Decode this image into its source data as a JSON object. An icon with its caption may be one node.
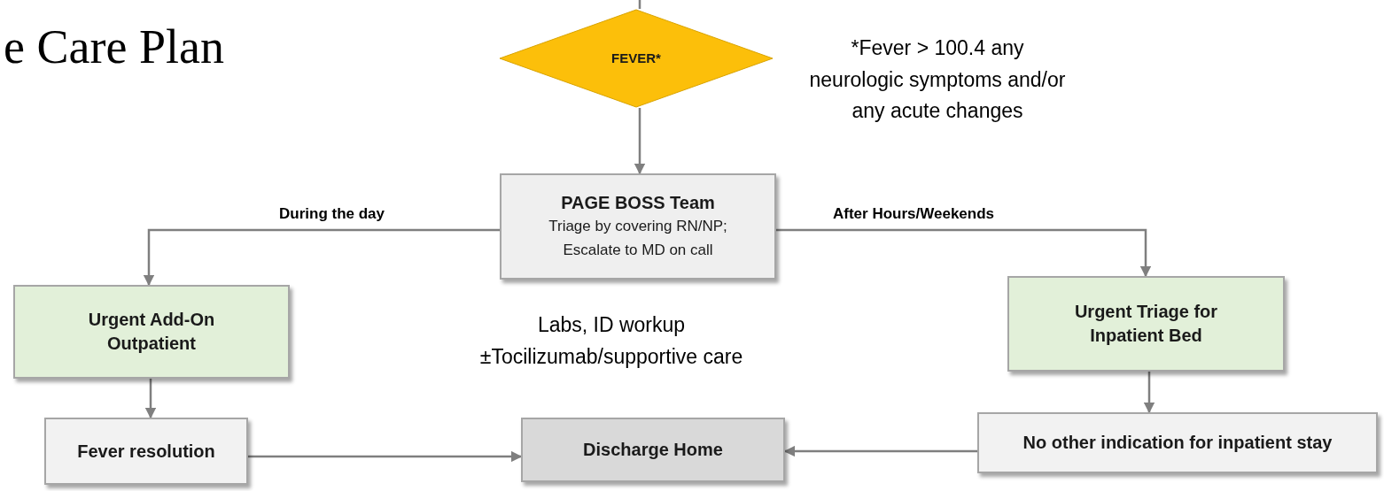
{
  "diagram": {
    "title": "e Care Plan",
    "nodes": [
      {
        "text": [
          "FEVER*"
        ],
        "beside": [
          "*Fever > 100.4 any neurologic symptoms and/or any acute changes"
        ]
      },
      {
        "text": [
          "PAGE BOSS Team",
          "Triage by covering RN/NP; Escalate to MD on call"
        ]
      },
      {
        "text": [
          "Urgent Add-On Outpatient"
        ]
      },
      {
        "text": [
          "Urgent Triage for Inpatient Bed"
        ]
      },
      {
        "text": [
          "Fever resolution"
        ]
      },
      {
        "text": [
          "Discharge Home"
        ]
      },
      {
        "text": [
          "No other indication for inpatient stay"
        ]
      }
    ],
    "edges": [
      {
        "from": null,
        "to": 0,
        "arrow": "none"
      },
      {
        "from": 0,
        "to": 1,
        "arrow": "to"
      },
      {
        "from": 1,
        "to": 2,
        "arrow": "to",
        "label": "During the day"
      },
      {
        "from": 1,
        "to": 3,
        "arrow": "to",
        "label": "After Hours/Weekends"
      },
      {
        "from": 2,
        "to": 4,
        "arrow": "to"
      },
      {
        "from": 3,
        "to": 6,
        "arrow": "to"
      },
      {
        "from": 4,
        "to": 5,
        "arrow": "to"
      },
      {
        "from": 6,
        "to": 5,
        "arrow": "to"
      }
    ],
    "labels": [
      "Labs, ID workup ±Tocilizumab/supportive care"
    ]
  }
}
